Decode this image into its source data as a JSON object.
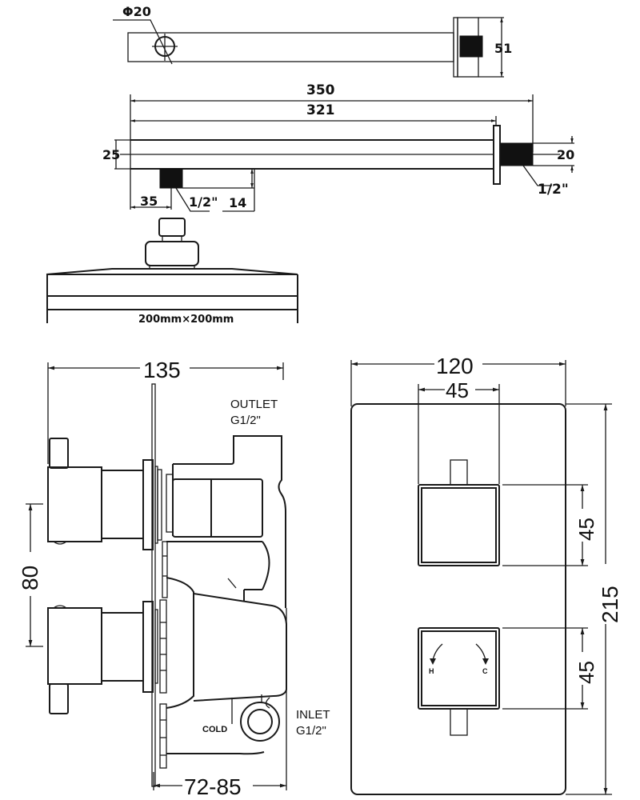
{
  "arm_top_view": {
    "diameter_label": "Φ20",
    "height_label": "51"
  },
  "arm_side_view": {
    "overall_length": "350",
    "arm_length": "321",
    "arm_thickness": "25",
    "connector_offset": "35",
    "connector_thread": "1/2\"",
    "connector_height": "14",
    "wall_thread_diameter": "20",
    "wall_thread": "1/2\""
  },
  "shower_head": {
    "size_label": "200mm×200mm"
  },
  "valve_side_view": {
    "depth": "135",
    "handle_spacing": "80",
    "wall_recess": "72-85",
    "outlet_label": "OUTLET",
    "outlet_thread": "G1/2\"",
    "inlet_label": "INLET",
    "inlet_thread": "G1/2\"",
    "cold_label": "COLD"
  },
  "valve_front_view": {
    "plate_width": "120",
    "plate_height": "215",
    "handle_width": "45",
    "upper_handle_height": "45",
    "lower_handle_height": "45",
    "hot_label": "H",
    "cold_label": "C"
  },
  "colors": {
    "line": "#1a1a1a",
    "background": "#ffffff"
  }
}
